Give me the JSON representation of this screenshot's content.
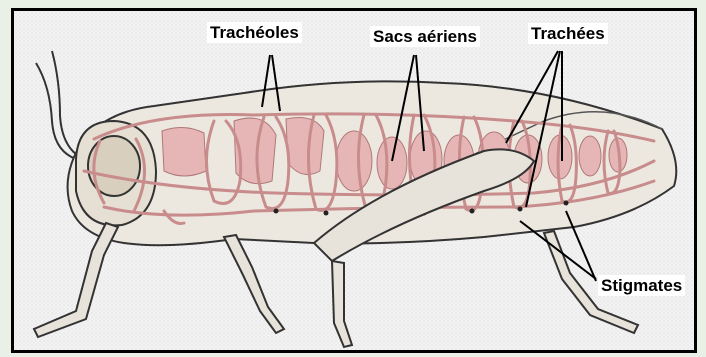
{
  "labels": {
    "tracheoles": "Trachéoles",
    "sacs_aeriens": "Sacs aériens",
    "trachees": "Trachées",
    "stigmates": "Stigmates"
  },
  "colors": {
    "page_background": "#e9f1e6",
    "body_fill": "#ece8e0",
    "air_sac_fill": "#e6b6b6",
    "trachea_stroke": "#c98c8c",
    "outline": "#333333",
    "label_background": "#ffffff",
    "frame_border": "#000000"
  },
  "icons": {
    "subject": "grasshopper-respiratory-system-illustration"
  }
}
